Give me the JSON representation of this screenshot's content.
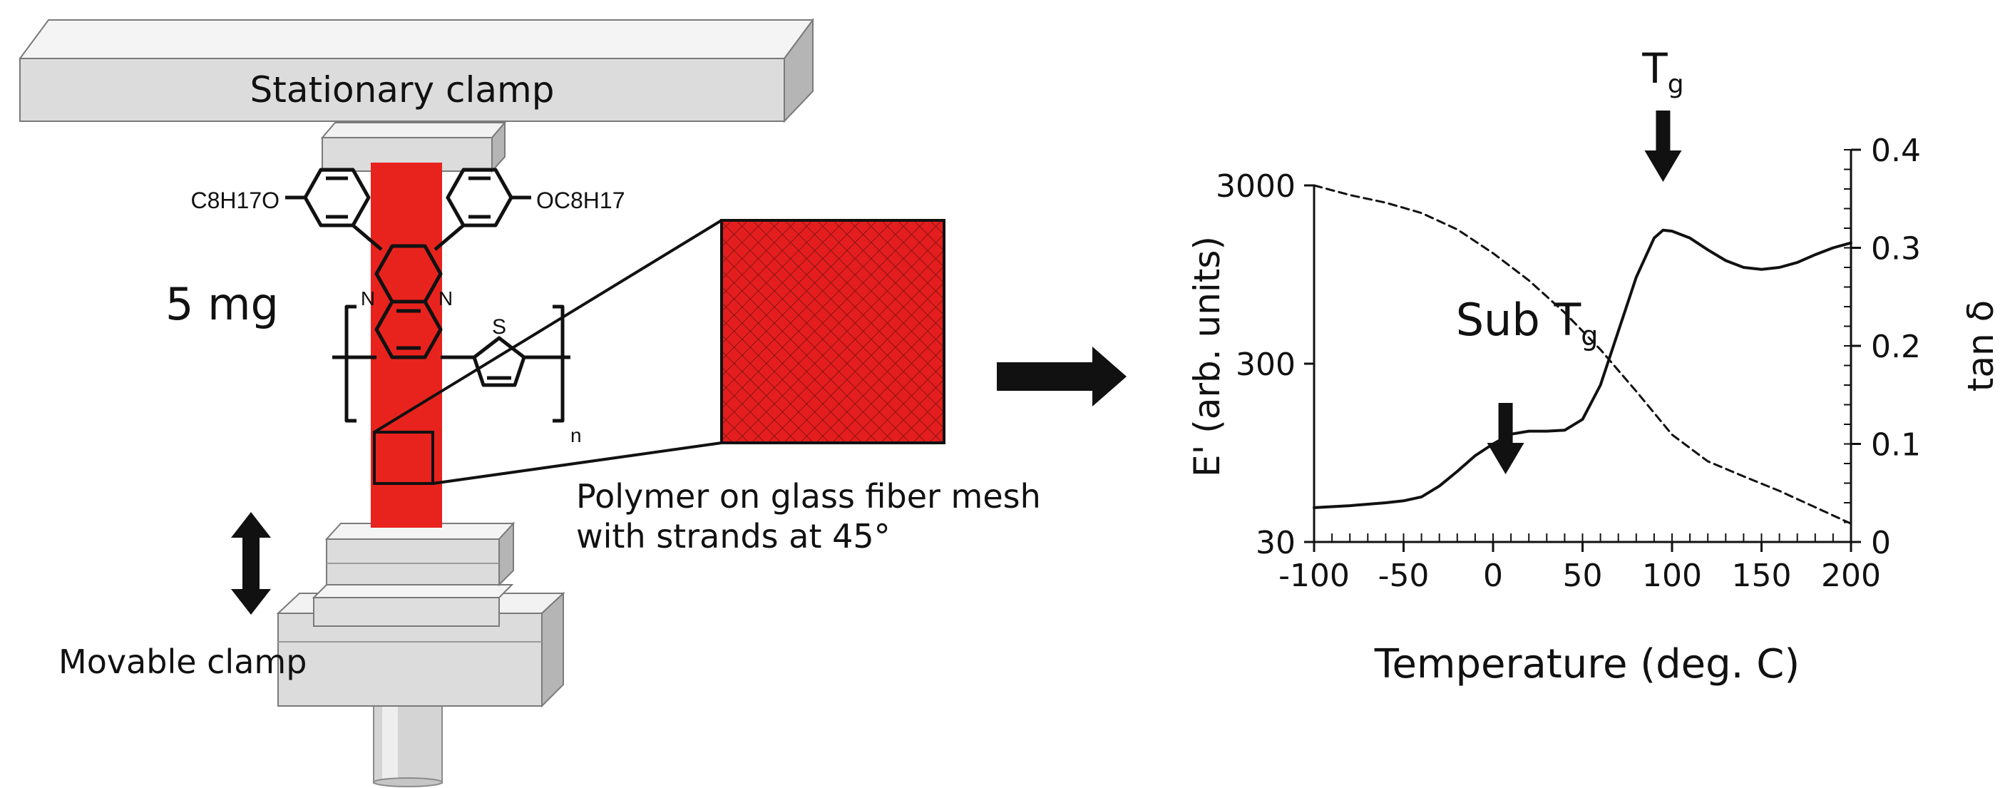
{
  "colors": {
    "polymer_red": "#e8231e",
    "mesh_red": "#e41e1e",
    "clamp_light": "#f1f1f1",
    "clamp_mid": "#d9d9d9",
    "clamp_dark": "#b0b0b0",
    "ink": "#111111"
  },
  "setup": {
    "stationary_clamp_label": "Stationary clamp",
    "movable_clamp_label": "Movable clamp",
    "mass_label": "5 mg",
    "mesh_caption_line1": "Polymer on glass fiber mesh",
    "mesh_caption_line2": "with strands at 45°",
    "double_arrow_icon": "up-down-arrow",
    "process_arrow_icon": "right-arrow"
  },
  "chemical_structure": {
    "left_substituent": "C8H17O",
    "right_substituent": "OC8H17",
    "atom_n": "N",
    "atom_s": "S",
    "repeat_subscript": "n"
  },
  "chart_data": {
    "type": "line",
    "x_axis": {
      "label": "Temperature (deg. C)",
      "range": [
        -100,
        200
      ],
      "ticks": [
        -100,
        -50,
        0,
        50,
        100,
        150,
        200
      ]
    },
    "y_axis_left": {
      "label": "E' (arb. units)",
      "scale": "log",
      "range": [
        30,
        3000
      ],
      "ticks": [
        30,
        300,
        3000
      ]
    },
    "y_axis_right": {
      "label": "tan δ",
      "range": [
        0,
        0.4
      ],
      "ticks": [
        0,
        0.1,
        0.2,
        0.3,
        0.4
      ]
    },
    "series": [
      {
        "axis": "left",
        "style": "dashed",
        "x": [
          -100,
          -80,
          -60,
          -40,
          -20,
          0,
          20,
          40,
          60,
          80,
          100,
          120,
          140,
          160,
          180,
          200
        ],
        "y": [
          3000,
          2650,
          2400,
          2100,
          1700,
          1250,
          880,
          580,
          360,
          210,
          120,
          85,
          70,
          58,
          47,
          38
        ]
      },
      {
        "axis": "right",
        "style": "solid",
        "x": [
          -100,
          -80,
          -60,
          -50,
          -40,
          -30,
          -20,
          -10,
          0,
          10,
          20,
          30,
          40,
          50,
          60,
          70,
          80,
          90,
          95,
          100,
          110,
          120,
          130,
          140,
          150,
          160,
          170,
          180,
          190,
          200
        ],
        "y": [
          0.035,
          0.037,
          0.04,
          0.042,
          0.046,
          0.057,
          0.072,
          0.088,
          0.1,
          0.11,
          0.113,
          0.113,
          0.114,
          0.125,
          0.16,
          0.215,
          0.27,
          0.31,
          0.318,
          0.317,
          0.31,
          0.298,
          0.287,
          0.28,
          0.278,
          0.28,
          0.285,
          0.293,
          0.3,
          0.305
        ]
      }
    ],
    "annotations": [
      {
        "text": "T",
        "subscript": "g",
        "x": 95,
        "arrow": "down"
      },
      {
        "text": "Sub T",
        "subscript": "g",
        "x": 7,
        "arrow": "down"
      }
    ]
  }
}
